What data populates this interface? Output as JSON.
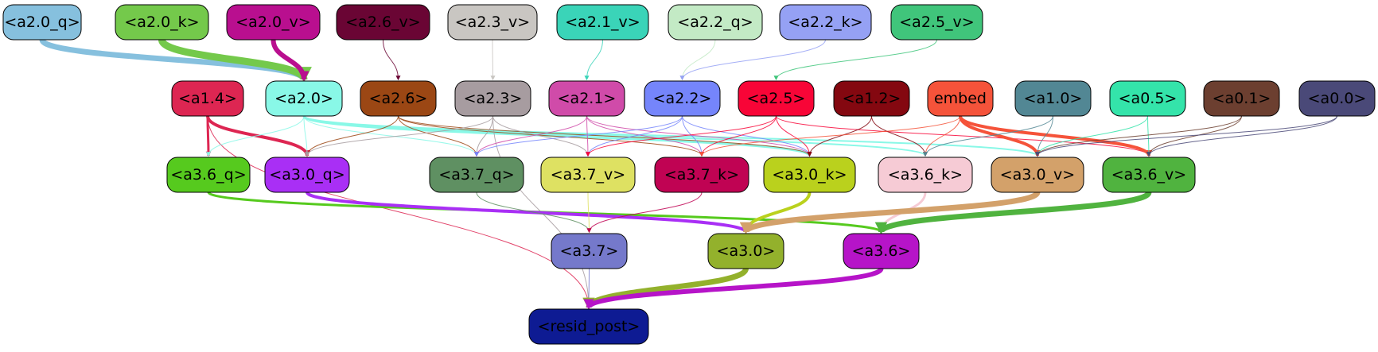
{
  "nodes": [
    {
      "id": "a2_0_q",
      "label": "<a2.0_q>",
      "fill": "#86c0de",
      "text": "#000000"
    },
    {
      "id": "a2_0_k",
      "label": "<a2.0_k>",
      "fill": "#74c94b",
      "text": "#000000"
    },
    {
      "id": "a2_0_v",
      "label": "<a2.0_v>",
      "fill": "#b90f8f",
      "text": "#000000"
    },
    {
      "id": "a2_6_v",
      "label": "<a2.6_v>",
      "fill": "#6a0534",
      "text": "#000000"
    },
    {
      "id": "a2_3_v",
      "label": "<a2.3_v>",
      "fill": "#c9c6c2",
      "text": "#000000"
    },
    {
      "id": "a2_1_v",
      "label": "<a2.1_v>",
      "fill": "#3ad4b8",
      "text": "#000000"
    },
    {
      "id": "a2_2_q",
      "label": "<a2.2_q>",
      "fill": "#c3eac5",
      "text": "#000000"
    },
    {
      "id": "a2_2_k",
      "label": "<a2.2_k>",
      "fill": "#95a1f4",
      "text": "#000000"
    },
    {
      "id": "a2_5_v",
      "label": "<a2.5_v>",
      "fill": "#40c57b",
      "text": "#000000"
    },
    {
      "id": "a1_4",
      "label": "<a1.4>",
      "fill": "#dd2652",
      "text": "#000000"
    },
    {
      "id": "a2_0",
      "label": "<a2.0>",
      "fill": "#89f8e7",
      "text": "#000000"
    },
    {
      "id": "a2_6",
      "label": "<a2.6>",
      "fill": "#9b4714",
      "text": "#000000"
    },
    {
      "id": "a2_3",
      "label": "<a2.3>",
      "fill": "#a79ca0",
      "text": "#000000"
    },
    {
      "id": "a2_1",
      "label": "<a2.1>",
      "fill": "#d04ba9",
      "text": "#000000"
    },
    {
      "id": "a2_2",
      "label": "<a2.2>",
      "fill": "#7585fb",
      "text": "#000000"
    },
    {
      "id": "a2_5",
      "label": "<a2.5>",
      "fill": "#f80537",
      "text": "#000000"
    },
    {
      "id": "a1_2",
      "label": "<a1.2>",
      "fill": "#840810",
      "text": "#000000"
    },
    {
      "id": "embed",
      "label": "embed",
      "fill": "#f5533a",
      "text": "#000000"
    },
    {
      "id": "a1_0",
      "label": "<a1.0>",
      "fill": "#528794",
      "text": "#000000"
    },
    {
      "id": "a0_5",
      "label": "<a0.5>",
      "fill": "#34e4aa",
      "text": "#000000"
    },
    {
      "id": "a0_1",
      "label": "<a0.1>",
      "fill": "#6c3f30",
      "text": "#000000"
    },
    {
      "id": "a0_0",
      "label": "<a0.0>",
      "fill": "#4a4978",
      "text": "#000000"
    },
    {
      "id": "a3_6_q",
      "label": "<a3.6_q>",
      "fill": "#56ca1e",
      "text": "#000000"
    },
    {
      "id": "a3_0_q",
      "label": "<a3.0_q>",
      "fill": "#a92ff5",
      "text": "#000000"
    },
    {
      "id": "a3_7_q",
      "label": "<a3.7_q>",
      "fill": "#5f9062",
      "text": "#000000"
    },
    {
      "id": "a3_7_v",
      "label": "<a3.7_v>",
      "fill": "#dee162",
      "text": "#000000"
    },
    {
      "id": "a3_7_k",
      "label": "<a3.7_k>",
      "fill": "#c00353",
      "text": "#000000"
    },
    {
      "id": "a3_0_k",
      "label": "<a3.0_k>",
      "fill": "#bad11d",
      "text": "#000000"
    },
    {
      "id": "a3_6_k",
      "label": "<a3.6_k>",
      "fill": "#f6cbd5",
      "text": "#000000"
    },
    {
      "id": "a3_0_v",
      "label": "<a3.0_v>",
      "fill": "#d3a16a",
      "text": "#000000"
    },
    {
      "id": "a3_6_v",
      "label": "<a3.6_v>",
      "fill": "#50b33f",
      "text": "#000000"
    },
    {
      "id": "a3_7",
      "label": "<a3.7>",
      "fill": "#7579cb",
      "text": "#000000"
    },
    {
      "id": "a3_0",
      "label": "<a3.0>",
      "fill": "#93b12c",
      "text": "#000000"
    },
    {
      "id": "a3_6",
      "label": "<a3.6>",
      "fill": "#b614c8",
      "text": "#000000"
    },
    {
      "id": "resid_post",
      "label": "<resid_post>",
      "fill": "#0e1b93",
      "text": "#000000"
    }
  ],
  "edges": [
    {
      "from": "a2_0_q",
      "to": "a2_0",
      "color": "#86c0de",
      "weight": 7
    },
    {
      "from": "a2_0_k",
      "to": "a2_0",
      "color": "#74c94b",
      "weight": 9
    },
    {
      "from": "a2_0_v",
      "to": "a2_0",
      "color": "#b90f8f",
      "weight": 6
    },
    {
      "from": "a2_6_v",
      "to": "a2_6",
      "color": "#6a0534",
      "weight": 1
    },
    {
      "from": "a2_3_v",
      "to": "a2_3",
      "color": "#c9c6c2",
      "weight": 1
    },
    {
      "from": "a2_1_v",
      "to": "a2_1",
      "color": "#3ad4b8",
      "weight": 1
    },
    {
      "from": "a2_2_q",
      "to": "a2_2",
      "color": "#c3eac5",
      "weight": 1
    },
    {
      "from": "a2_2_k",
      "to": "a2_2",
      "color": "#95a1f4",
      "weight": 1
    },
    {
      "from": "a2_5_v",
      "to": "a2_5",
      "color": "#40c57b",
      "weight": 1
    },
    {
      "from": "a1_4",
      "to": "a3_6_q",
      "color": "#dd2652",
      "weight": 3
    },
    {
      "from": "a1_4",
      "to": "a3_0_q",
      "color": "#dd2652",
      "weight": 4
    },
    {
      "from": "a1_4",
      "to": "resid_post",
      "color": "#dd2652",
      "weight": 1
    },
    {
      "from": "a2_0",
      "to": "a3_6_q",
      "color": "#89f8e7",
      "weight": 1
    },
    {
      "from": "a2_0",
      "to": "a3_0_q",
      "color": "#89f8e7",
      "weight": 1
    },
    {
      "from": "a2_0",
      "to": "a3_7_q",
      "color": "#89f8e7",
      "weight": 1
    },
    {
      "from": "a2_0",
      "to": "a3_0_k",
      "color": "#89f8e7",
      "weight": 3
    },
    {
      "from": "a2_0",
      "to": "a3_6_k",
      "color": "#89f8e7",
      "weight": 2
    },
    {
      "from": "a2_0",
      "to": "a3_0_v",
      "color": "#89f8e7",
      "weight": 2
    },
    {
      "from": "a2_6",
      "to": "a3_0_q",
      "color": "#9b4714",
      "weight": 1
    },
    {
      "from": "a2_6",
      "to": "a3_7_q",
      "color": "#9b4714",
      "weight": 1
    },
    {
      "from": "a2_6",
      "to": "a3_7_k",
      "color": "#9b4714",
      "weight": 1
    },
    {
      "from": "a2_6",
      "to": "a3_0_k",
      "color": "#9b4714",
      "weight": 1
    },
    {
      "from": "a2_3",
      "to": "a3_0_q",
      "color": "#a79ca0",
      "weight": 1
    },
    {
      "from": "a2_3",
      "to": "a3_7_q",
      "color": "#a79ca0",
      "weight": 1
    },
    {
      "from": "a2_3",
      "to": "a3_7_v",
      "color": "#a79ca0",
      "weight": 1
    },
    {
      "from": "a2_3",
      "to": "resid_post",
      "color": "#a79ca0",
      "weight": 1
    },
    {
      "from": "a2_1",
      "to": "a3_7_q",
      "color": "#d04ba9",
      "weight": 1
    },
    {
      "from": "a2_1",
      "to": "a3_7_v",
      "color": "#d04ba9",
      "weight": 1
    },
    {
      "from": "a2_1",
      "to": "a3_7_k",
      "color": "#d04ba9",
      "weight": 1
    },
    {
      "from": "a2_1",
      "to": "a3_0_k",
      "color": "#d04ba9",
      "weight": 1
    },
    {
      "from": "a2_2",
      "to": "a3_7_q",
      "color": "#7585fb",
      "weight": 1
    },
    {
      "from": "a2_2",
      "to": "a3_7_v",
      "color": "#7585fb",
      "weight": 1
    },
    {
      "from": "a2_2",
      "to": "a3_7_k",
      "color": "#7585fb",
      "weight": 1
    },
    {
      "from": "a2_2",
      "to": "a3_0_k",
      "color": "#7585fb",
      "weight": 1
    },
    {
      "from": "a2_5",
      "to": "a3_7_v",
      "color": "#f80537",
      "weight": 1
    },
    {
      "from": "a2_5",
      "to": "a3_7_k",
      "color": "#f80537",
      "weight": 1
    },
    {
      "from": "a2_5",
      "to": "a3_0_k",
      "color": "#f80537",
      "weight": 1
    },
    {
      "from": "a2_5",
      "to": "a3_6_v",
      "color": "#f80537",
      "weight": 1
    },
    {
      "from": "a1_2",
      "to": "a3_0_k",
      "color": "#840810",
      "weight": 1
    },
    {
      "from": "a1_2",
      "to": "a3_6_k",
      "color": "#840810",
      "weight": 1
    },
    {
      "from": "embed",
      "to": "a3_7_k",
      "color": "#f5533a",
      "weight": 1
    },
    {
      "from": "embed",
      "to": "a3_6_k",
      "color": "#f5533a",
      "weight": 1
    },
    {
      "from": "embed",
      "to": "a3_0_v",
      "color": "#f5533a",
      "weight": 4
    },
    {
      "from": "embed",
      "to": "a3_6_v",
      "color": "#f5533a",
      "weight": 4
    },
    {
      "from": "a1_0",
      "to": "a3_6_k",
      "color": "#528794",
      "weight": 1
    },
    {
      "from": "a1_0",
      "to": "a3_0_v",
      "color": "#528794",
      "weight": 1
    },
    {
      "from": "a0_5",
      "to": "a3_0_v",
      "color": "#34e4aa",
      "weight": 1
    },
    {
      "from": "a0_5",
      "to": "a3_6_v",
      "color": "#34e4aa",
      "weight": 1
    },
    {
      "from": "a0_1",
      "to": "a3_0_v",
      "color": "#6c3f30",
      "weight": 1
    },
    {
      "from": "a0_1",
      "to": "a3_6_v",
      "color": "#6c3f30",
      "weight": 1
    },
    {
      "from": "a0_0",
      "to": "a3_6_v",
      "color": "#4a4978",
      "weight": 1
    },
    {
      "from": "a0_0",
      "to": "a3_0_v",
      "color": "#4a4978",
      "weight": 1
    },
    {
      "from": "a3_6_q",
      "to": "a3_6",
      "color": "#56ca1e",
      "weight": 3
    },
    {
      "from": "a3_0_q",
      "to": "a3_0",
      "color": "#a92ff5",
      "weight": 4
    },
    {
      "from": "a3_7_q",
      "to": "a3_7",
      "color": "#5f9062",
      "weight": 1
    },
    {
      "from": "a3_7_v",
      "to": "a3_7",
      "color": "#dee162",
      "weight": 1
    },
    {
      "from": "a3_7_k",
      "to": "a3_7",
      "color": "#c00353",
      "weight": 1
    },
    {
      "from": "a3_0_k",
      "to": "a3_0",
      "color": "#bad11d",
      "weight": 4
    },
    {
      "from": "a3_6_k",
      "to": "a3_6",
      "color": "#f6cbd5",
      "weight": 3
    },
    {
      "from": "a3_0_v",
      "to": "a3_0",
      "color": "#d3a16a",
      "weight": 7
    },
    {
      "from": "a3_6_v",
      "to": "a3_6",
      "color": "#50b33f",
      "weight": 7
    },
    {
      "from": "a3_7",
      "to": "resid_post",
      "color": "#7579cb",
      "weight": 1
    },
    {
      "from": "a3_0",
      "to": "resid_post",
      "color": "#93b12c",
      "weight": 7
    },
    {
      "from": "a3_6",
      "to": "resid_post",
      "color": "#b614c8",
      "weight": 6
    }
  ]
}
